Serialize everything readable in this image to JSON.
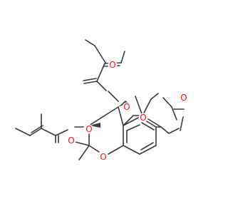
{
  "molecule": {
    "atoms": [
      {
        "id": "O_carbonyl_top",
        "symbol": "O",
        "color": "#ff0d0d"
      },
      {
        "id": "O_ester_top",
        "symbol": "O",
        "color": "#ff0d0d"
      },
      {
        "id": "O_lactone_ring",
        "symbol": "O",
        "color": "#ff0d0d"
      },
      {
        "id": "O_lactone_carbonyl",
        "symbol": "O",
        "color": "#ff0d0d"
      },
      {
        "id": "O_ester_left",
        "symbol": "O",
        "color": "#ff0d0d"
      },
      {
        "id": "O_carbonyl_left",
        "symbol": "O",
        "color": "#ff0d0d"
      },
      {
        "id": "O_pyran_ring",
        "symbol": "O",
        "color": "#ff0d0d"
      }
    ],
    "bond_color": "#3a3a3a"
  }
}
